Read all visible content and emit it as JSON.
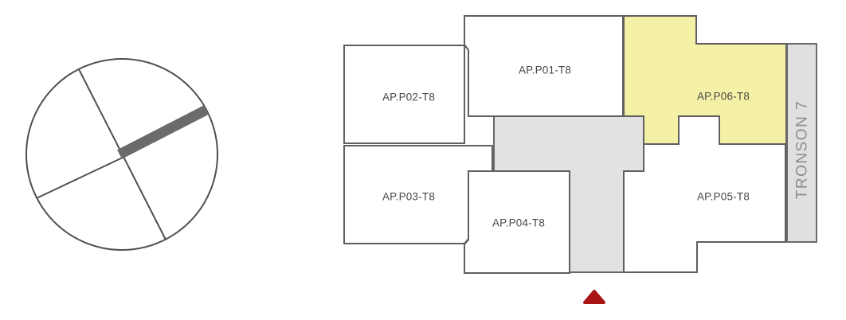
{
  "plan": {
    "tronson_label": "TRONSON 7",
    "apartments": [
      {
        "id": "ap-p01-t8",
        "label": "AP.P01-T8",
        "highlighted": false
      },
      {
        "id": "ap-p02-t8",
        "label": "AP.P02-T8",
        "highlighted": false
      },
      {
        "id": "ap-p03-t8",
        "label": "AP.P03-T8",
        "highlighted": false
      },
      {
        "id": "ap-p04-t8",
        "label": "AP.P04-T8",
        "highlighted": false
      },
      {
        "id": "ap-p05-t8",
        "label": "AP.P05-T8",
        "highlighted": false
      },
      {
        "id": "ap-p06-t8",
        "label": "AP.P06-T8",
        "highlighted": true
      }
    ]
  },
  "colors": {
    "room_fill": "#ffffff",
    "highlight_fill": "#f4f1a6",
    "circulation_fill": "#e2e2e2",
    "section_bar_fill": "#e0e0e0",
    "entrance_marker": "#aa1414",
    "outline": "#5f5f5f"
  }
}
